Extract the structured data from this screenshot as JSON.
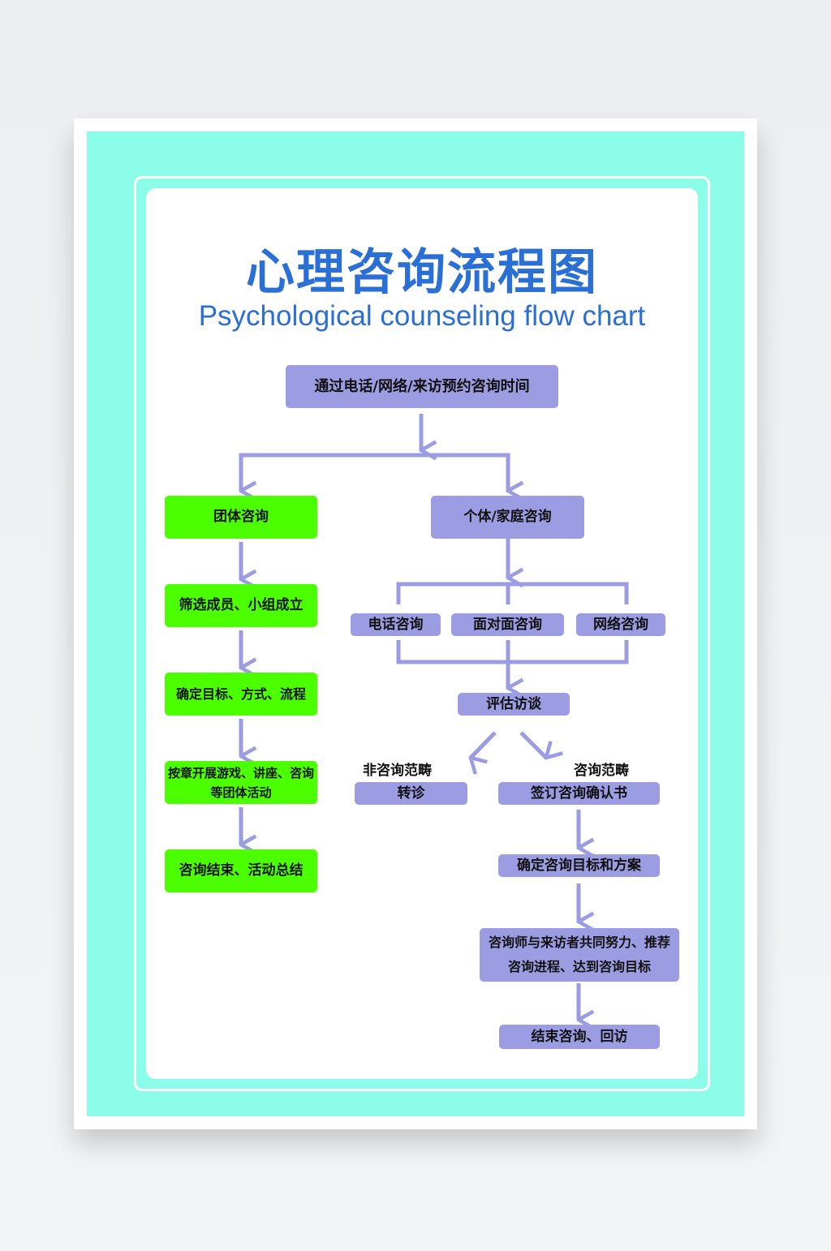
{
  "title": {
    "chinese": "心理咨询流程图",
    "english": "Psychological counseling flow chart"
  },
  "colors": {
    "accent_blue": "#2a6fd6",
    "purple_box": "#9c9ce2",
    "green_box": "#4cff00",
    "frame_teal": "#8cfde9"
  },
  "flow": {
    "start": "通过电话/网络/来访预约咨询时间",
    "group": {
      "title": "团体咨询",
      "steps": [
        "筛选成员、小组成立",
        "确定目标、方式、流程",
        "按章开展游戏、讲座、咨询等团体活动",
        "咨询结束、活动总结"
      ]
    },
    "individual": {
      "title": "个体/家庭咨询",
      "channels": [
        "电话咨询",
        "面对面咨询",
        "网络咨询"
      ],
      "assessment": "评估访谈",
      "non_scope_label": "非咨询范畴",
      "non_scope_action": "转诊",
      "scope_label": "咨询范畴",
      "steps": [
        "签订咨询确认书",
        "确定咨询目标和方案",
        "咨询师与来访者共同努力、推荐咨询进程、达到咨询目标",
        "结束咨询、回访"
      ]
    }
  }
}
